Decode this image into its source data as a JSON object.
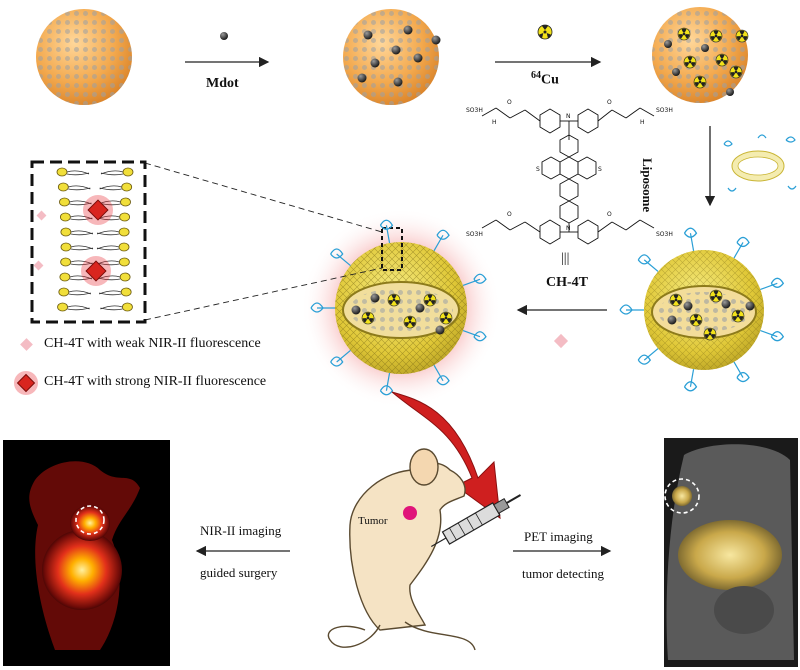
{
  "steps": {
    "mdot_label": "Mdot",
    "cu_super": "64",
    "cu_label": "Cu",
    "liposome_label": "Liposome",
    "ch4t_label": "CH-4T",
    "equiv_symbol": "|||"
  },
  "legend": {
    "weak": "CH-4T with weak NIR-II fluorescence",
    "strong": "CH-4T with strong NIR-II fluorescence"
  },
  "bottom": {
    "tumor_label": "Tumor",
    "nir_line1": "NIR-II imaging",
    "nir_line2": "guided surgery",
    "pet_line1": "PET imaging",
    "pet_line2": "tumor detecting"
  },
  "molecule": {
    "so3h": "SO3H",
    "n": "N",
    "o": "O",
    "h": "H",
    "s": "S"
  },
  "colors": {
    "orange_sphere": "#f3a94e",
    "yellow_liposome": "#e6d23a",
    "lipid_tail_blue": "#2a9fd6",
    "red_glow": "#e8313a",
    "arrow_red": "#cf1f1f",
    "tumor_magenta": "#e0147a",
    "radio_yellow": "#f2e21a"
  }
}
